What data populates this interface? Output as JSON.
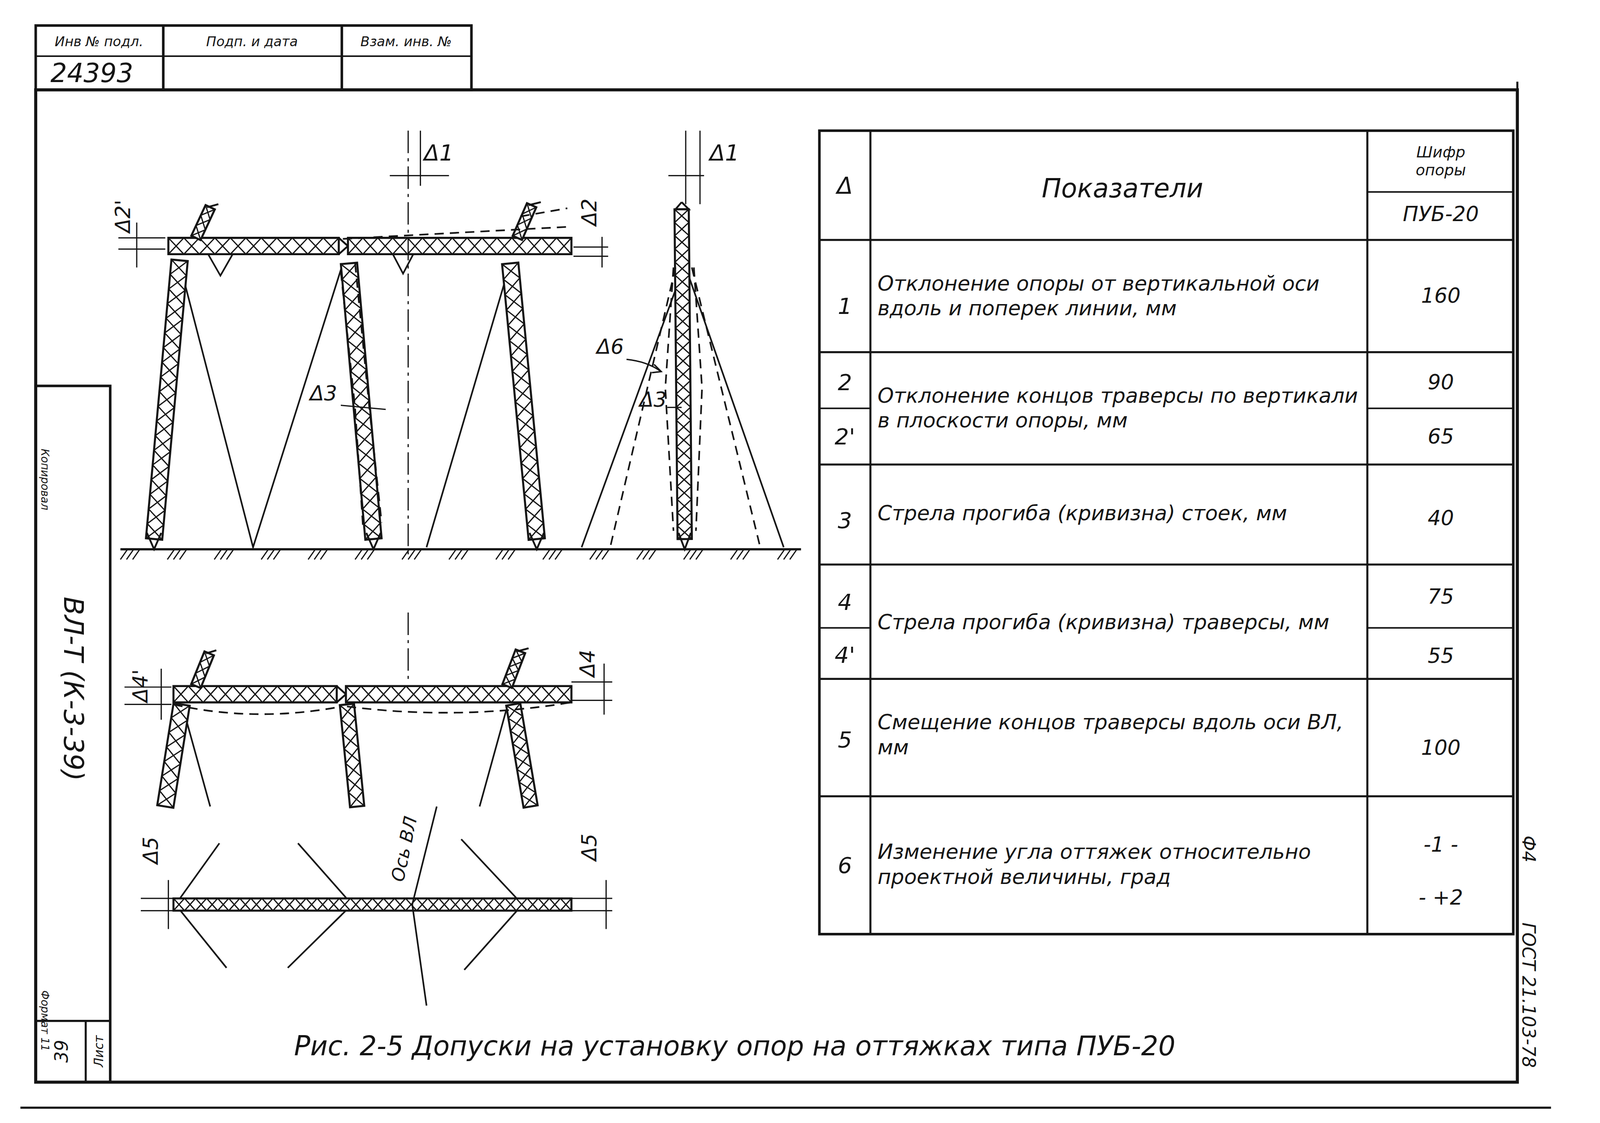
{
  "diagram": {
    "caption": "Рис. 2-5 Допуски на установку опор на оттяжках типа ПУБ-20",
    "labels": [
      "Инв № подл.",
      "Подп. и дата",
      "Взам. инв. №",
      "24393",
      "Копировал",
      "ВЛ-Т (К-3-39)",
      "39",
      "Лист",
      "Формат 11",
      "Ф4",
      "ГОСТ 21.103-78",
      "Δ1",
      "Δ2'",
      "Δ2",
      "Δ3",
      "Δ1",
      "Δ6",
      "Δ3",
      "Δ4'",
      "Δ4",
      "Δ5",
      "Ось ВЛ",
      "Δ5",
      "Δ",
      "Показатели",
      "Шифр опоры",
      "ПУБ-20",
      "1",
      "Отклонение опоры от вертикальной оси вдоль и поперек линии, мм",
      "160",
      "2",
      "2'",
      "Отклонение концов траверсы по вертикали в плоскости опоры, мм",
      "90",
      "65",
      "3",
      "Стрела прогиба (кривизна) стоек, мм",
      "40",
      "4",
      "4'",
      "Стрела прогиба (кривизна) траверсы, мм",
      "75",
      "55",
      "5",
      "Смещение концов траверсы вдоль оси ВЛ, мм",
      "100",
      "6",
      "Изменение угла оттяжек относительно проектной величины, град",
      "-1 -",
      "- +2"
    ]
  }
}
